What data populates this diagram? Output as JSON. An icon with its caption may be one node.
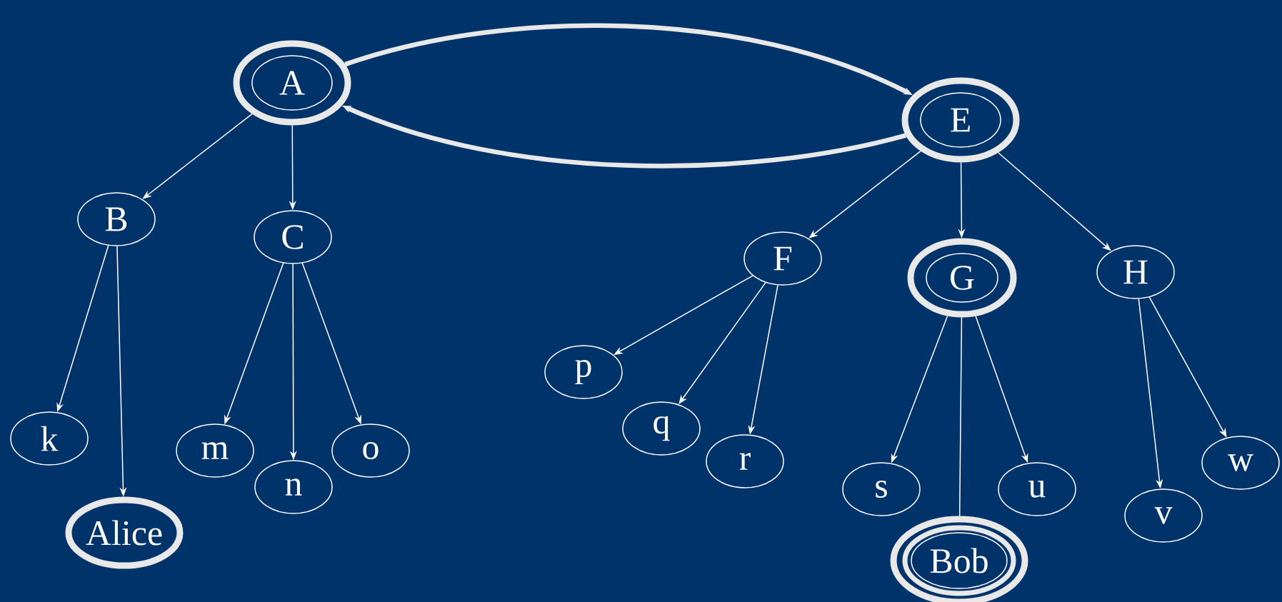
{
  "diagram": {
    "nodes": [
      {
        "text": [
          "A"
        ]
      },
      {
        "text": [
          "B"
        ]
      },
      {
        "text": [
          "C"
        ]
      },
      {
        "text": [
          "k"
        ]
      },
      {
        "text": [
          "Alice"
        ]
      },
      {
        "text": [
          "m"
        ]
      },
      {
        "text": [
          "n"
        ]
      },
      {
        "text": [
          "o"
        ]
      },
      {
        "text": [
          "E"
        ]
      },
      {
        "text": [
          "F"
        ]
      },
      {
        "text": [
          "G"
        ]
      },
      {
        "text": [
          "H"
        ]
      },
      {
        "text": [
          "p"
        ]
      },
      {
        "text": [
          "q"
        ]
      },
      {
        "text": [
          "r"
        ]
      },
      {
        "text": [
          "s"
        ]
      },
      {
        "text": [
          "Bob"
        ]
      },
      {
        "text": [
          "u"
        ]
      },
      {
        "text": [
          "v"
        ]
      },
      {
        "text": [
          "w"
        ]
      }
    ],
    "edges": [
      {
        "from": 0,
        "to": 8,
        "arrow": "to",
        "style": "thick"
      },
      {
        "from": 8,
        "to": 0,
        "arrow": "to",
        "style": "thick"
      },
      {
        "from": 0,
        "to": 1,
        "arrow": "to"
      },
      {
        "from": 0,
        "to": 2,
        "arrow": "to"
      },
      {
        "from": 1,
        "to": 3,
        "arrow": "to"
      },
      {
        "from": 1,
        "to": 4,
        "arrow": "to"
      },
      {
        "from": 2,
        "to": 5,
        "arrow": "to"
      },
      {
        "from": 2,
        "to": 6,
        "arrow": "to"
      },
      {
        "from": 2,
        "to": 7,
        "arrow": "to"
      },
      {
        "from": 8,
        "to": 9,
        "arrow": "to"
      },
      {
        "from": 8,
        "to": 10,
        "arrow": "to"
      },
      {
        "from": 8,
        "to": 11,
        "arrow": "to"
      },
      {
        "from": 9,
        "to": 12,
        "arrow": "to"
      },
      {
        "from": 9,
        "to": 13,
        "arrow": "to"
      },
      {
        "from": 9,
        "to": 14,
        "arrow": "to"
      },
      {
        "from": 10,
        "to": 15,
        "arrow": "to"
      },
      {
        "from": 10,
        "to": 16,
        "arrow": "none"
      },
      {
        "from": 10,
        "to": 17,
        "arrow": "to"
      },
      {
        "from": 11,
        "to": 18,
        "arrow": "to"
      },
      {
        "from": 11,
        "to": 19,
        "arrow": "to"
      }
    ]
  }
}
